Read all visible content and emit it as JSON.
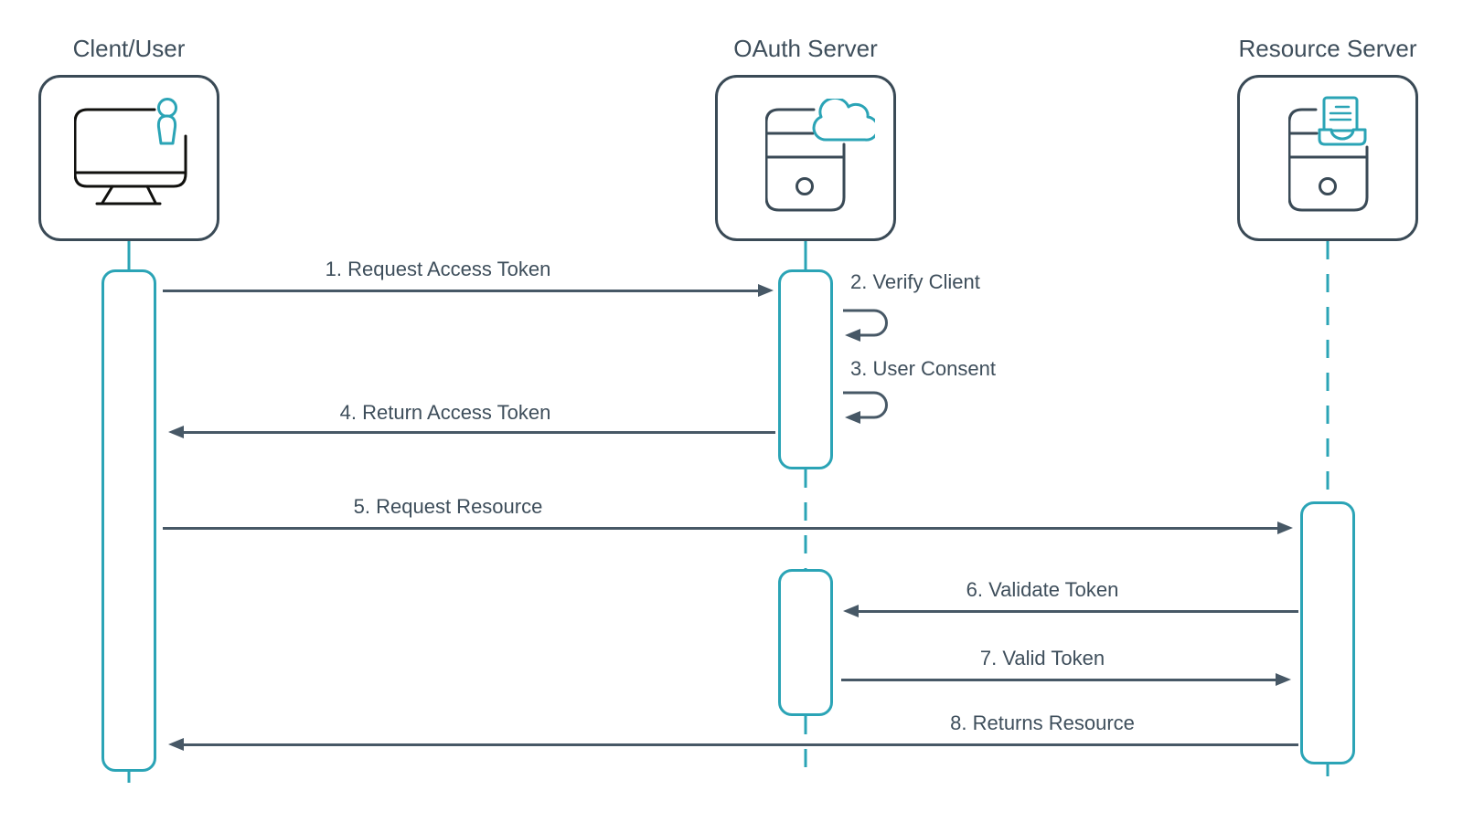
{
  "actors": [
    {
      "id": "client",
      "name": "Clent/User",
      "icon": "monitor-user-icon"
    },
    {
      "id": "oauth-server",
      "name": "OAuth Server",
      "icon": "server-cloud-icon"
    },
    {
      "id": "resource-server",
      "name": "Resource Server",
      "icon": "server-inbox-icon"
    }
  ],
  "messages": [
    {
      "seq": 1,
      "label": "1. Request Access Token",
      "from": "client",
      "to": "oauth-server",
      "type": "arrow-right"
    },
    {
      "seq": 2,
      "label": "2. Verify Client",
      "from": "oauth-server",
      "to": "oauth-server",
      "type": "self-loop"
    },
    {
      "seq": 3,
      "label": "3. User Consent",
      "from": "oauth-server",
      "to": "oauth-server",
      "type": "self-loop"
    },
    {
      "seq": 4,
      "label": "4. Return Access Token",
      "from": "oauth-server",
      "to": "client",
      "type": "arrow-left"
    },
    {
      "seq": 5,
      "label": "5. Request Resource",
      "from": "client",
      "to": "resource-server",
      "type": "arrow-right"
    },
    {
      "seq": 6,
      "label": "6. Validate Token",
      "from": "resource-server",
      "to": "oauth-server",
      "type": "arrow-left"
    },
    {
      "seq": 7,
      "label": "7. Valid Token",
      "from": "oauth-server",
      "to": "resource-server",
      "type": "arrow-right"
    },
    {
      "seq": 8,
      "label": "8. Returns Resource",
      "from": "resource-server",
      "to": "client",
      "type": "arrow-left"
    }
  ],
  "colors": {
    "teal": "#2ba4b6",
    "slate_dark": "#3a4a56",
    "arrow": "#475866",
    "text": "#3e4e5b",
    "monitor_black": "#10100e",
    "background": "#ffffff"
  }
}
